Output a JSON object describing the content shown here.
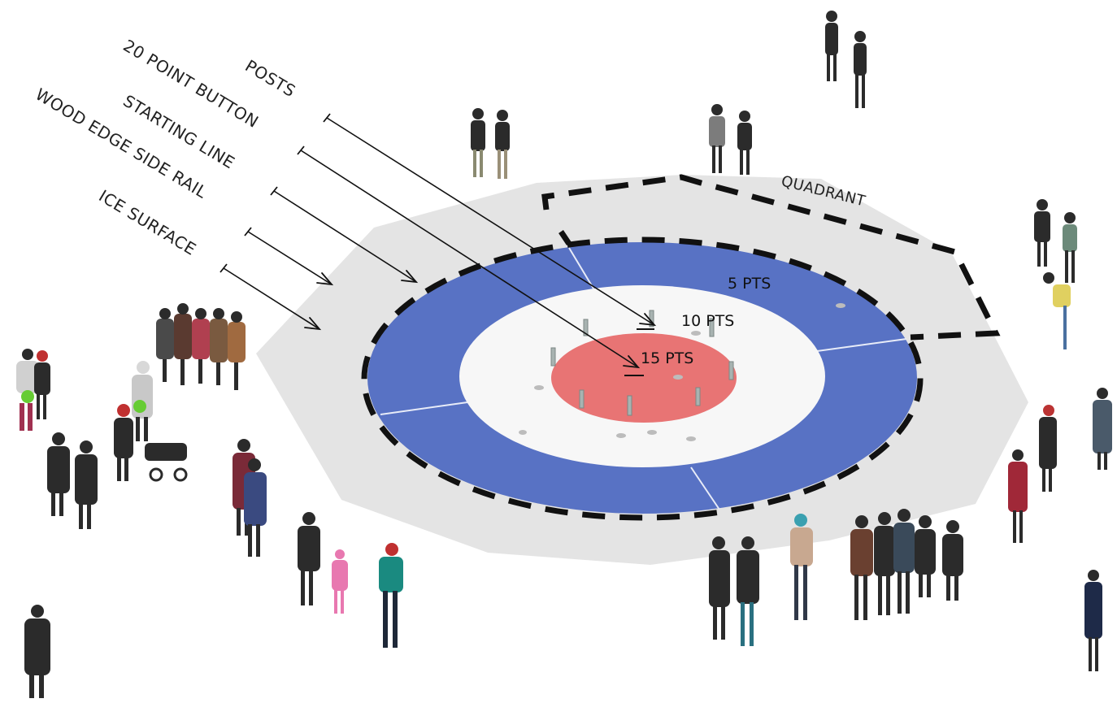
{
  "callouts": {
    "posts": "POSTS",
    "button": "20 POINT BUTTON",
    "starting_line": "STARTING LINE",
    "side_rail": "WOOD EDGE SIDE RAIL",
    "ice_surface": "ICE SURFACE"
  },
  "zones": {
    "outer": "5 PTS",
    "middle": "10 PTS",
    "inner": "15 PTS"
  },
  "quadrant_label": "QUADRANT",
  "colors": {
    "outer_ring": "#5872c4",
    "middle_ring": "#f8f8f8",
    "inner_ring": "#e87070",
    "ice_surface": "#e6e6e6",
    "dashed_outline": "#111111",
    "people": "#2b2b2b"
  }
}
